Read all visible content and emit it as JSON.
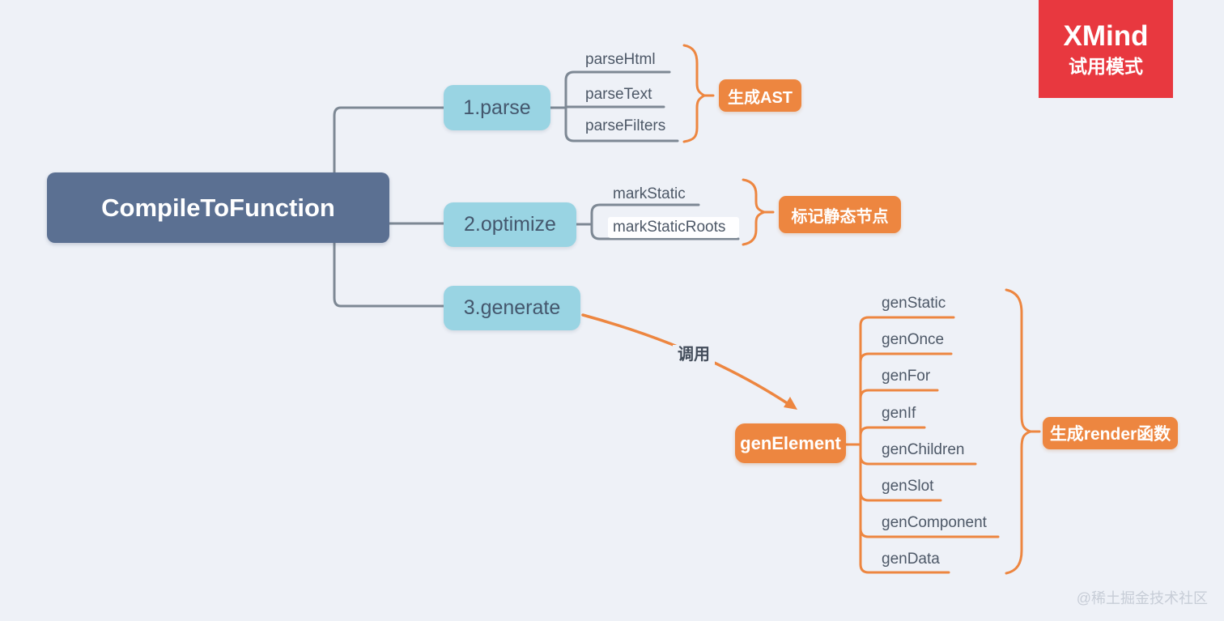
{
  "root_topic": {
    "label": "CompileToFunction"
  },
  "branches": {
    "parse": {
      "label": "1.parse",
      "children": [
        "parseHtml",
        "parseText",
        "parseFilters"
      ],
      "callout": "生成AST"
    },
    "optimize": {
      "label": "2.optimize",
      "children": [
        "markStatic",
        "markStaticRoots"
      ],
      "callout": "标记静态节点"
    },
    "generate": {
      "label": "3.generate"
    }
  },
  "relationship": {
    "label": "调用"
  },
  "gen_element": {
    "label": "genElement",
    "children": [
      "genStatic",
      "genOnce",
      "genFor",
      "genIf",
      "genChildren",
      "genSlot",
      "genComponent",
      "genData"
    ],
    "callout": "生成render函数"
  },
  "xmind_badge": {
    "title": "XMind",
    "subtitle": "试用模式"
  },
  "watermark": {
    "label": "@稀土掘金技术社区"
  },
  "colors": {
    "canvas": "#eef1f7",
    "root_fill": "#5b7092",
    "branch_fill": "#99d4e3",
    "accent_orange": "#ed8640",
    "connector_gray": "#7d8894",
    "badge_red": "#e8383f",
    "watermark_gray": "#c7cdd7"
  }
}
